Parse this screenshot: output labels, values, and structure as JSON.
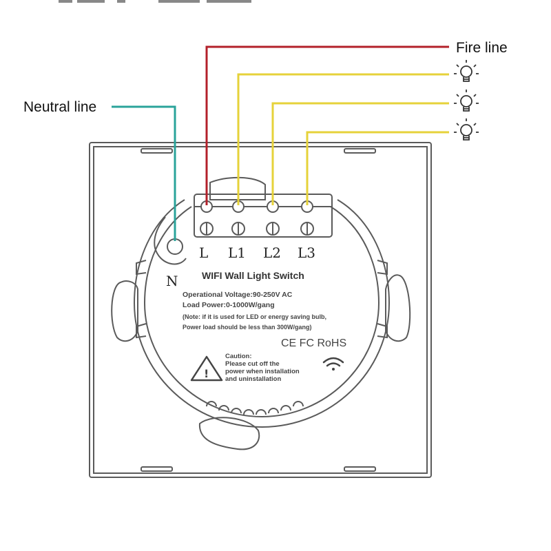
{
  "labels": {
    "fire_line": "Fire line",
    "neutral_line": "Neutral line",
    "neutral_terminal": "N"
  },
  "terminals": [
    "L",
    "L1",
    "L2",
    "L3"
  ],
  "device": {
    "title": "WIFI Wall Light Switch",
    "spec_voltage": "Operational Voltage:90-250V AC",
    "spec_power": "Load Power:0-1000W/gang",
    "note_line1": "(Note: if it is used for LED or energy saving bulb,",
    "note_line2": "Power load should be less than 300W/gang)",
    "certifications": "CE FC RoHS",
    "caution_title": "Caution:",
    "caution_line1": "Please cut off the",
    "caution_line2": "power when installation",
    "caution_line3": "and uninstallation"
  },
  "colors": {
    "fire_wire": "#b3202a",
    "load_wire": "#e6d23a",
    "neutral_wire": "#2aa39a",
    "outline": "#5a5a5a"
  },
  "icons": [
    "bulb-icon",
    "bulb-icon",
    "bulb-icon",
    "warning-icon",
    "wifi-icon"
  ]
}
